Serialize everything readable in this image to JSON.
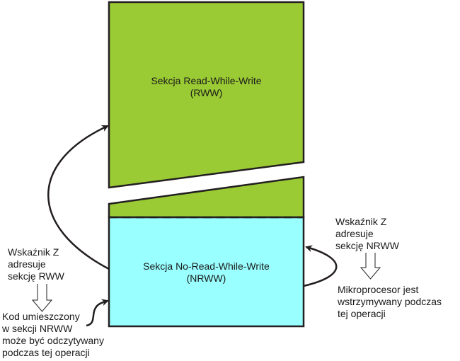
{
  "colors": {
    "rww_fill": "#9aca34",
    "nrww_fill": "#99ffff",
    "stroke": "#231f20"
  },
  "sections": {
    "rww": {
      "line1": "Sekcja Read-While-Write",
      "line2": "(RWW)"
    },
    "nrww": {
      "line1": "Sekcja No-Read-While-Write",
      "line2": "(NRWW)"
    }
  },
  "left_note": {
    "pointer": [
      "Wskaźnik Z",
      "adresuje",
      "sekcję RWW"
    ],
    "result": [
      "Kod umieszczony",
      "w sekcji NRWW",
      "może być odczytywany",
      "podczas tej operacji"
    ]
  },
  "right_note": {
    "pointer": [
      "Wskaźnik Z",
      "adresuje",
      "sekcję NRWW"
    ],
    "result": [
      "Mikroprocesor jest",
      "wstrzymywany podczas",
      "tej operacji"
    ]
  }
}
